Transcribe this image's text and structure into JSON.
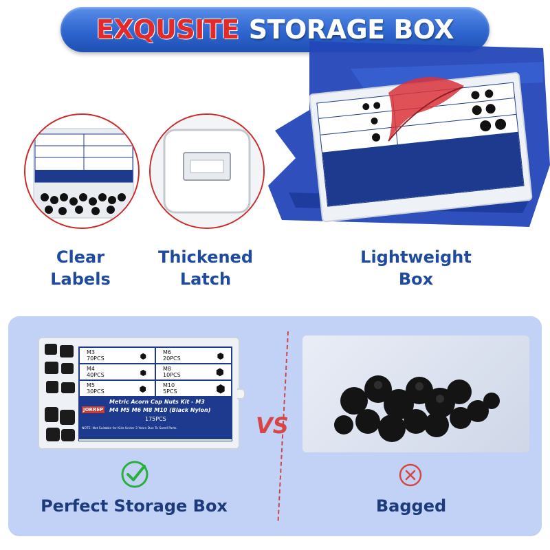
{
  "header": {
    "title_part1": "EXQUSITE",
    "title_part2": "STORAGE BOX"
  },
  "features": [
    {
      "line1": "Clear",
      "line2": "Labels"
    },
    {
      "line1": "Thickened",
      "line2": "Latch"
    },
    {
      "line1": "Lightweight",
      "line2": "Box"
    }
  ],
  "product_card": {
    "brand": "JORREP",
    "title_line1": "Metric Acorn Cap Nuts Kit - M3",
    "title_line2": "M4 M5 M6 M8 M10 (Black Nylon)",
    "count": "175PCS",
    "note": "NOTE: Not Suitable for Kids Under 3 Years Due To Samll Parts.",
    "sizes": [
      {
        "size": "M3",
        "qty": "70PCS"
      },
      {
        "size": "M6",
        "qty": "20PCS"
      },
      {
        "size": "M4",
        "qty": "40PCS"
      },
      {
        "size": "M8",
        "qty": "10PCS"
      },
      {
        "size": "M5",
        "qty": "30PCS"
      },
      {
        "size": "M10",
        "qty": "5PCS"
      }
    ]
  },
  "comparison": {
    "vs": "VS",
    "left_label": "Perfect Storage Box",
    "right_label": "Bagged"
  },
  "colors": {
    "accent_blue": "#2f66cf",
    "title_red": "#e32a2a",
    "label_blue": "#1f4b9e",
    "panel": "#c2d2f7",
    "check_green": "#27b03a",
    "cross_red": "#d4483e"
  }
}
